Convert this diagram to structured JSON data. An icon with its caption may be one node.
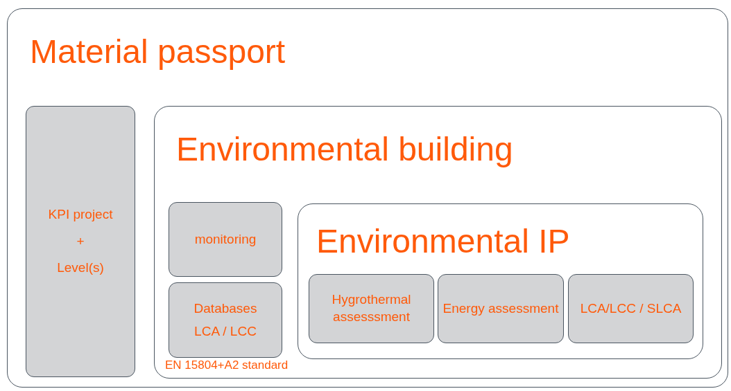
{
  "diagram": {
    "nodes": [
      {
        "text": [
          "Material passport"
        ]
      },
      {
        "text": [
          "KPI project",
          "+",
          "Level(s)"
        ],
        "in": 0
      },
      {
        "text": [
          "Environmental building"
        ],
        "in": 0
      },
      {
        "text": [
          "monitoring"
        ],
        "in": 2
      },
      {
        "text": [
          "Databases",
          "LCA / LCC"
        ],
        "in": 2,
        "beside": [
          "EN 15804+A2 standard"
        ]
      },
      {
        "text": [
          "Environmental IP"
        ],
        "in": 2
      },
      {
        "text": [
          "Hygrothermal assesssment"
        ],
        "in": 5
      },
      {
        "text": [
          "Energy assessment"
        ],
        "in": 5
      },
      {
        "text": [
          "LCA/LCC / SLCA"
        ],
        "in": 5
      }
    ],
    "edges": []
  }
}
